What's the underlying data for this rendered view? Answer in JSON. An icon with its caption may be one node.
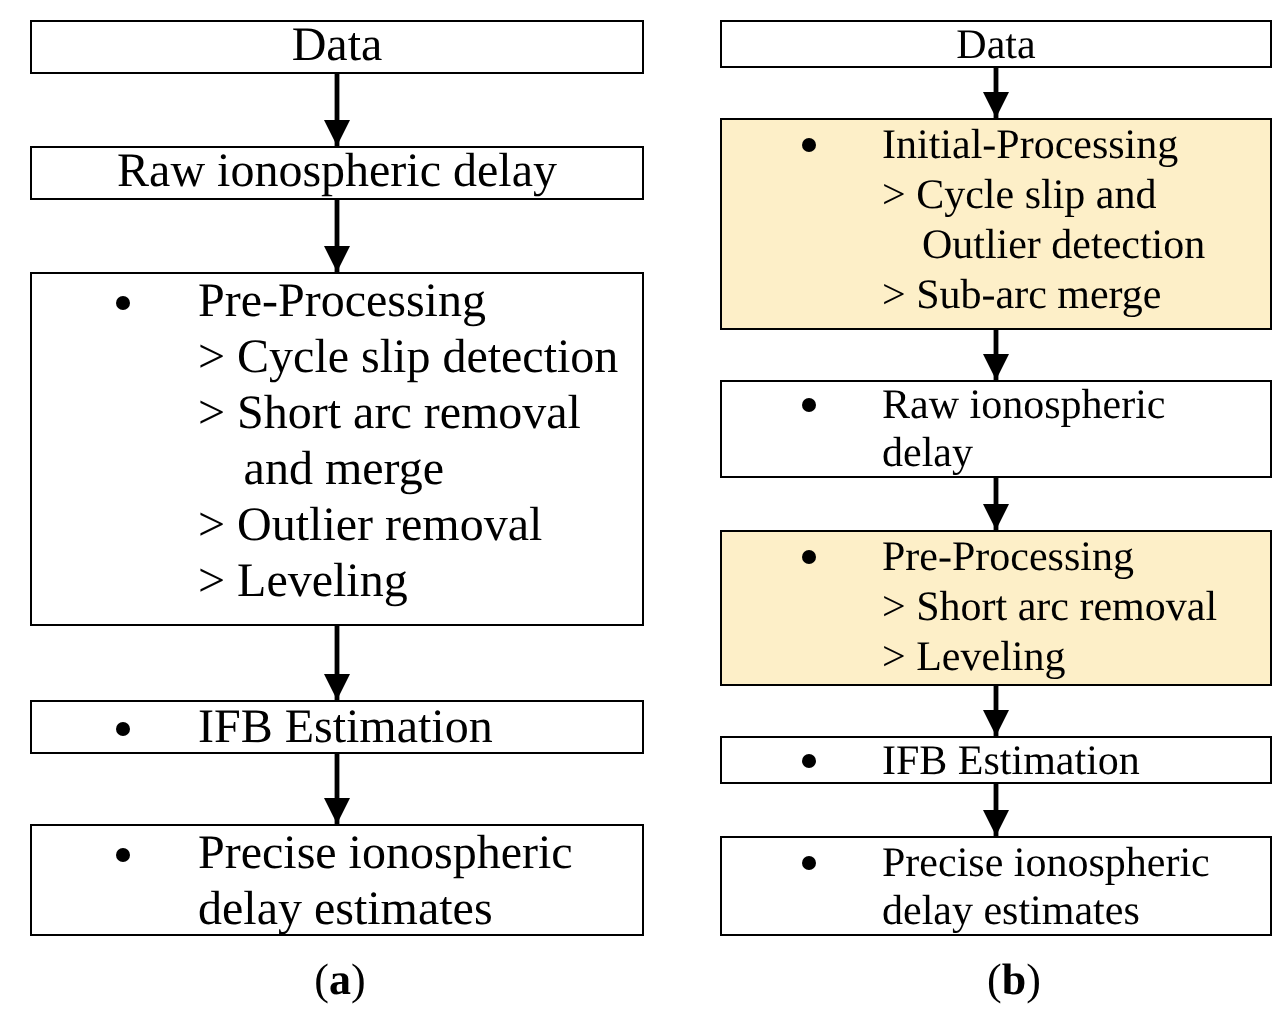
{
  "diagram": {
    "nodes": [
      {
        "text": [
          "Data"
        ]
      },
      {
        "text": [
          "Raw ionospheric delay"
        ]
      },
      {
        "text": [
          "Pre-Processing",
          "> Cycle slip detection",
          "> Short arc removal and merge",
          "> Outlier removal",
          "> Leveling"
        ]
      },
      {
        "text": [
          "IFB Estimation"
        ]
      },
      {
        "text": [
          "Precise ionospheric delay estimates"
        ]
      },
      {
        "text": [
          "Data"
        ]
      },
      {
        "text": [
          "Initial-Processing",
          "> Cycle slip and Outlier detection",
          "> Sub-arc merge"
        ]
      },
      {
        "text": [
          "Raw ionospheric delay"
        ]
      },
      {
        "text": [
          "Pre-Processing",
          "> Short arc removal",
          "> Leveling"
        ]
      },
      {
        "text": [
          "IFB Estimation"
        ]
      },
      {
        "text": [
          "Precise ionospheric delay estimates"
        ]
      }
    ],
    "edges": [
      {
        "from": 0,
        "to": 1,
        "arrow": "to"
      },
      {
        "from": 1,
        "to": 2,
        "arrow": "to"
      },
      {
        "from": 2,
        "to": 3,
        "arrow": "to"
      },
      {
        "from": 3,
        "to": 4,
        "arrow": "to"
      },
      {
        "from": 5,
        "to": 6,
        "arrow": "to"
      },
      {
        "from": 6,
        "to": 7,
        "arrow": "to"
      },
      {
        "from": 7,
        "to": 8,
        "arrow": "to"
      },
      {
        "from": 8,
        "to": 9,
        "arrow": "to"
      },
      {
        "from": 9,
        "to": 10,
        "arrow": "to"
      }
    ],
    "labels": [
      "(**a**)",
      "(**b**)"
    ]
  }
}
